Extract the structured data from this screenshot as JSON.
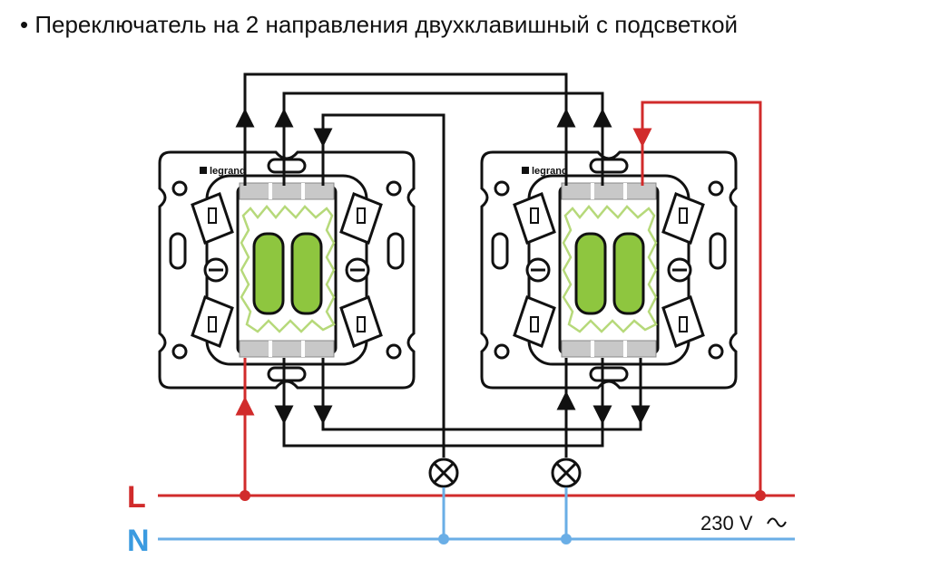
{
  "title": "• Переключатель на 2 направления двухклавишный с подсветкой",
  "labels": {
    "line": "L",
    "neutral": "N",
    "voltage": "230 V"
  },
  "switches": [
    {
      "brand": "legrand"
    },
    {
      "brand": "legrand"
    }
  ],
  "colors": {
    "line_wire": "#d12b2b",
    "neutral_wire": "#6aaee6",
    "control_wire": "#111111",
    "rocker": "#8ec63f",
    "backlight_glow": "#b6d97a"
  },
  "icons": [
    "lamp-icon",
    "lamp-icon",
    "ac-symbol-icon",
    "legrand-logo-icon"
  ]
}
